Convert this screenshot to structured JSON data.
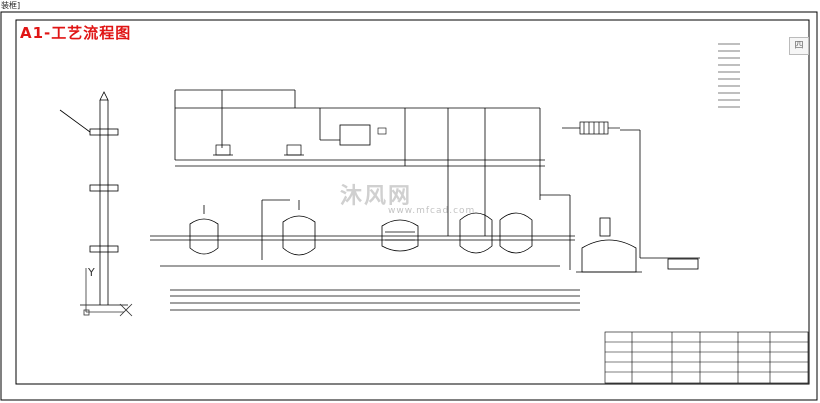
{
  "window": {
    "caption": "装框]"
  },
  "drawing": {
    "title": "A1-工艺流程图"
  },
  "side_button": {
    "label": "四"
  },
  "watermark": {
    "brand": "沐风网",
    "url": "www.mfcad.com"
  },
  "colors": {
    "title": "#e01515",
    "lines": "#000000",
    "watermark": "#8a8a8a"
  },
  "axis_labels": {
    "y": "Y",
    "x": "X"
  }
}
